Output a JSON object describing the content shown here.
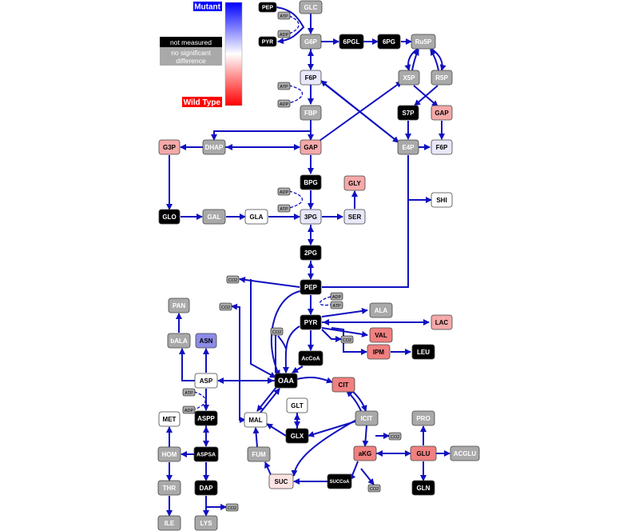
{
  "legend": {
    "mutant_label": "Mutant",
    "wild_type_label": "Wild Type",
    "not_measured_label": "not measured",
    "no_significant_label_1": "no significant",
    "no_significant_label_2": "difference",
    "color_mutant": "#0000ff",
    "color_wild_type": "#ff0000",
    "color_not_measured": "#000000",
    "color_no_significant": "#a9a9a9"
  },
  "nodes": {
    "PEP_top": "PEP",
    "GLC": "GLC",
    "PYR_top": "PYR",
    "G6P": "G6P",
    "6PGL": "6PGL",
    "6PG": "6PG",
    "Ru5P": "Ru5P",
    "F6P": "F6P",
    "X5P": "X5P",
    "R5P": "R5P",
    "FBP": "FBP",
    "S7P": "S7P",
    "GAP_ppp": "GAP",
    "G3P": "G3P",
    "DHAP": "DHAP",
    "GAP": "GAP",
    "E4P": "E4P",
    "F6P_ppp": "F6P",
    "BPG": "BPG",
    "GLY": "GLY",
    "SHI": "SHI",
    "GLO": "GLO",
    "GAL": "GAL",
    "GLA": "GLA",
    "3PG": "3PG",
    "SER": "SER",
    "2PG": "2PG",
    "PEP": "PEP",
    "PAN": "PAN",
    "ALA": "ALA",
    "PYR": "PYR",
    "LAC": "LAC",
    "bALA": "bALA",
    "ASN": "ASN",
    "VAL": "VAL",
    "IPM": "IPM",
    "LEU": "LEU",
    "AcCoA": "AcCoA",
    "ASP": "ASP",
    "OAA": "OAA",
    "CIT": "CIT",
    "MET": "MET",
    "ASPP": "ASPP",
    "MAL": "MAL",
    "GLT": "GLT",
    "ICIT": "ICIT",
    "PRO": "PRO",
    "GLX": "GLX",
    "HOM": "HOM",
    "ASPSA": "ASPSA",
    "FUM": "FUM",
    "aKG": "aKG",
    "GLU": "GLU",
    "ACGLU": "ACGLU",
    "THR": "THR",
    "DAP": "DAP",
    "SUC": "SUC",
    "SUCCoA": "SUCCoA",
    "GLN": "GLN",
    "ILE": "ILE",
    "LYS": "LYS"
  },
  "cofactors": {
    "atp": "ATP",
    "adp": "ADP",
    "co2": "CO2"
  },
  "colors": {
    "edge": "#1010c0",
    "black": "#000000",
    "gray": "#a9a9a9",
    "white": "#ffffff",
    "pale_blue": "#e8e8fa",
    "light_blue": "#d8d8f5",
    "mid_blue": "#8c8ce8",
    "pale_pink": "#fde4e4",
    "pink": "#f5a9a9",
    "salmon": "#f08080"
  }
}
